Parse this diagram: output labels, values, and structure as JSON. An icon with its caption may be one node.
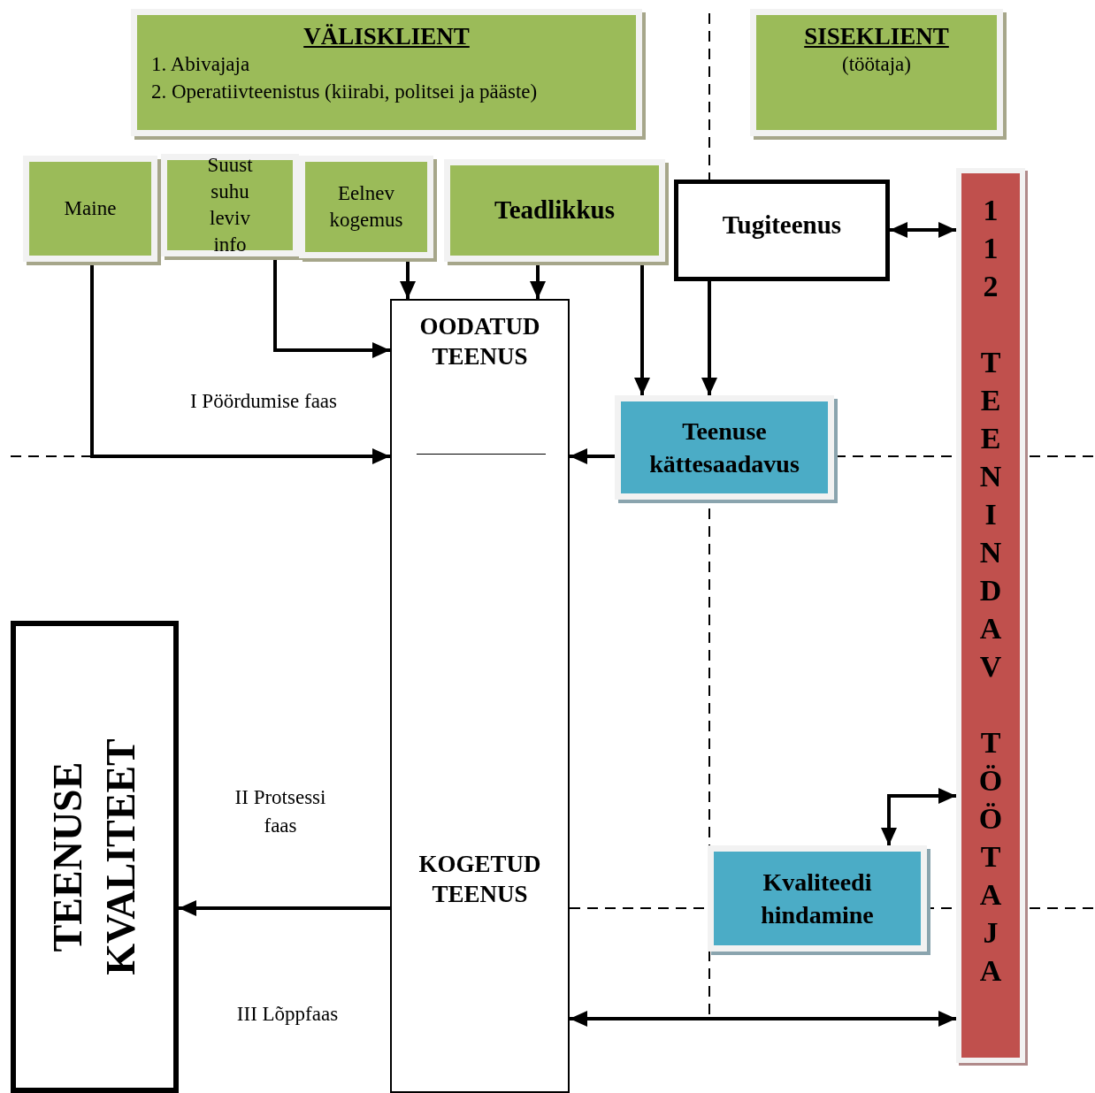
{
  "diagram": {
    "nodes": [
      {
        "text": [
          "VÄLISKLIENT",
          "1. Abivajaja",
          "2. Operatiivteenistus (kiirabi, politsei ja pääste)"
        ]
      },
      {
        "text": [
          "SISEKLIENT",
          "(töötaja)"
        ]
      },
      {
        "text": [
          "Maine"
        ]
      },
      {
        "text": [
          "Suust suhu leviv info"
        ]
      },
      {
        "text": [
          "Eelnev kogemus"
        ]
      },
      {
        "text": [
          "Teadlikkus"
        ]
      },
      {
        "text": [
          "Tugiteenus"
        ]
      },
      {
        "text": [
          "112 TEENINDAV TÖÖTAJA"
        ]
      },
      {
        "text": [
          "OODATUD TEENUS",
          "KOGETUD TEENUS"
        ]
      },
      {
        "text": [
          "Teenuse kättesaadavus"
        ]
      },
      {
        "text": [
          "Kvaliteedi hindamine"
        ]
      },
      {
        "text": [
          "TEENUSE KVALITEET"
        ]
      }
    ],
    "edges": [
      {
        "from": 2,
        "to": 8,
        "arrow": "to"
      },
      {
        "from": 3,
        "to": 8,
        "arrow": "to"
      },
      {
        "from": 4,
        "to": 8,
        "arrow": "to"
      },
      {
        "from": 5,
        "to": 8,
        "arrow": "to"
      },
      {
        "from": 5,
        "to": 9,
        "arrow": "to"
      },
      {
        "from": 6,
        "to": 9,
        "arrow": "to"
      },
      {
        "from": 6,
        "to": 7,
        "arrow": "both"
      },
      {
        "from": 9,
        "to": 8,
        "arrow": "to"
      },
      {
        "from": 10,
        "to": 7,
        "arrow": "both"
      },
      {
        "from": 8,
        "to": 11,
        "arrow": "to"
      },
      {
        "from": 8,
        "to": 7,
        "arrow": "both"
      }
    ],
    "labels": [
      "I Pöördumise faas",
      "II Protsessi faas",
      "III Lõppfaas"
    ]
  }
}
